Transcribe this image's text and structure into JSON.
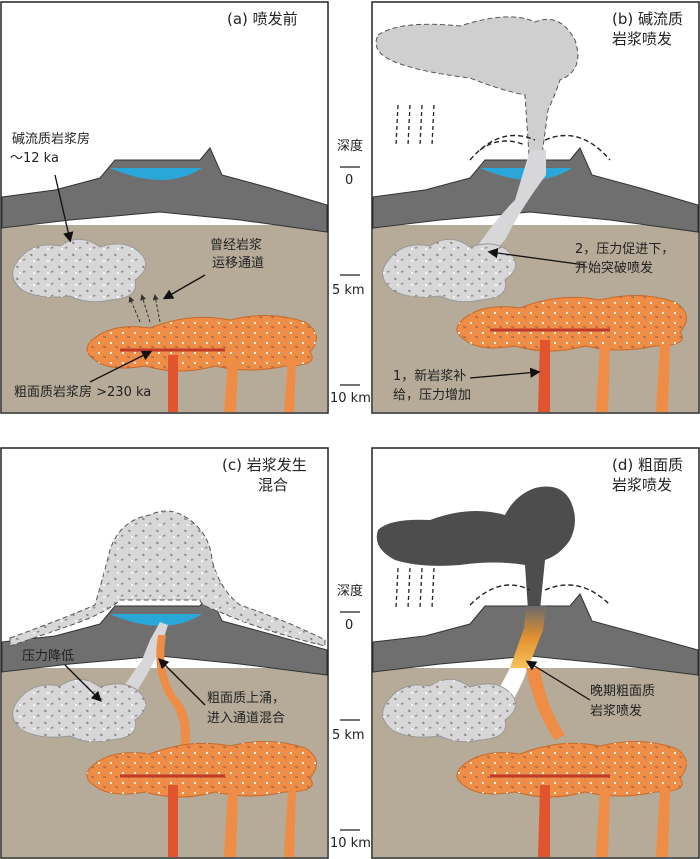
{
  "panels": {
    "a": {
      "title": "(a) 喷发前",
      "label_chamber_upper_1": "碱流质岩浆房",
      "label_chamber_upper_2": "～12 ka",
      "label_path_1": "曾经岩浆",
      "label_path_2": "运移通道",
      "label_chamber_lower": "粗面质岩浆房 >230 ka"
    },
    "b": {
      "title_1": "(b)  碱流质",
      "title_2": "岩浆喷发",
      "label_step2_1": "2，压力促进下，",
      "label_step2_2": "开始突破喷发",
      "label_step1_1": "1，新岩浆补",
      "label_step1_2": "给，压力增加"
    },
    "c": {
      "title_1": "(c) 岩浆发生",
      "title_2": "混合",
      "label_pressure": "压力降低",
      "label_mix_1": "粗面质上涌，",
      "label_mix_2": "进入通道混合"
    },
    "d": {
      "title_1": "(d) 粗面质",
      "title_2": "岩浆喷发",
      "label_late_1": "晚期粗面质",
      "label_late_2": "岩浆喷发"
    }
  },
  "depth_axis": {
    "top": {
      "title": "深度",
      "ticks": [
        "0",
        "5 km",
        "10 km"
      ]
    },
    "bottom": {
      "title": "深度",
      "ticks": [
        "0",
        "5 km",
        "10 km"
      ]
    }
  },
  "colors": {
    "ground": "#b5ab98",
    "volcano": "#6f6f6f",
    "lake": "#2aa7d9",
    "felsic_chamber": "#d7d7d9",
    "trachyte_chamber": "#ef8c45",
    "plume_light": "#cfcfcf",
    "plume_dark": "#4d4d4d"
  }
}
